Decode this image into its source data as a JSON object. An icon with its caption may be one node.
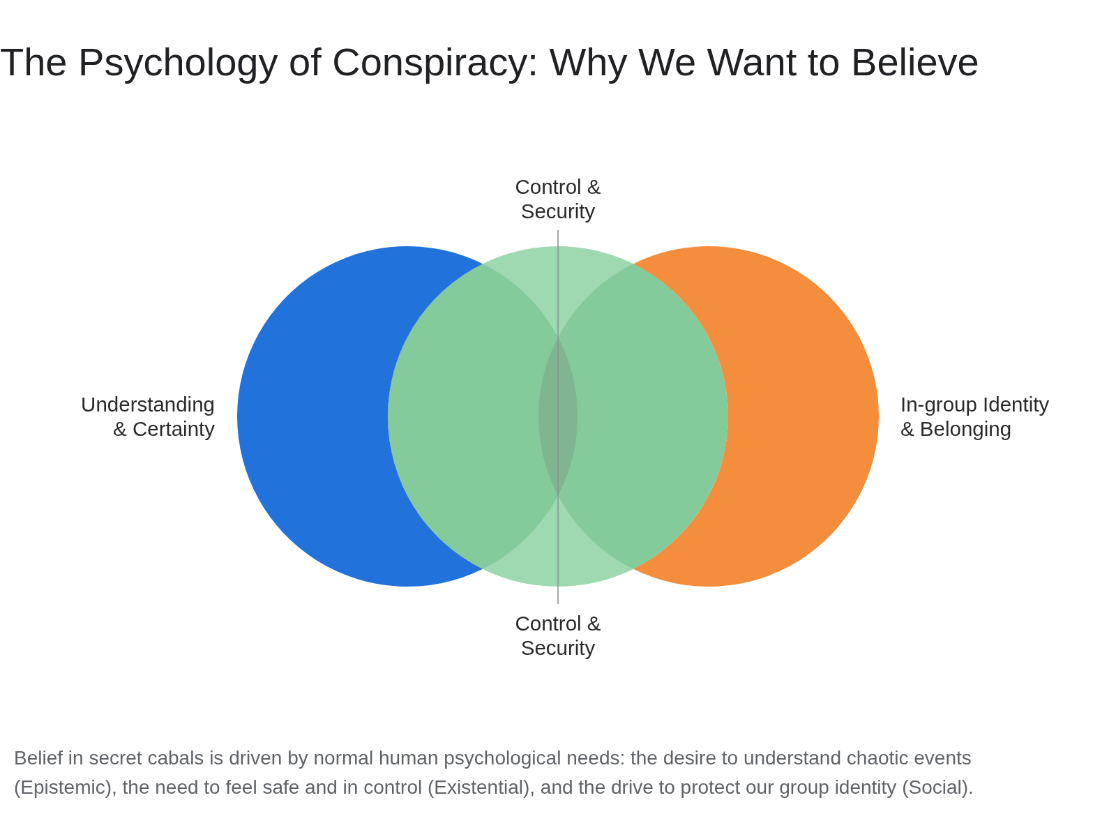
{
  "diagram": {
    "title": "The Psychology of Conspiracy: Why We Want to Believe",
    "caption": "Belief in secret cabals is driven by normal human psychological needs: the desire to understand chaotic events (Epistemic), the need to feel safe and in control (Existential), and the drive to protect our group identity (Social).",
    "nodes": [
      {
        "text": [
          "Control & Security"
        ]
      },
      {
        "text": [
          "Understanding & Certainty"
        ]
      },
      {
        "text": [],
        "shape": "circle"
      },
      {
        "text": [
          "In-group Identity & Belonging"
        ]
      },
      {
        "text": [
          "Control & Security"
        ]
      }
    ],
    "edges": [
      {
        "from": 0,
        "to": 2,
        "arrow": "none"
      },
      {
        "from": 4,
        "to": 2,
        "arrow": "none"
      }
    ]
  }
}
